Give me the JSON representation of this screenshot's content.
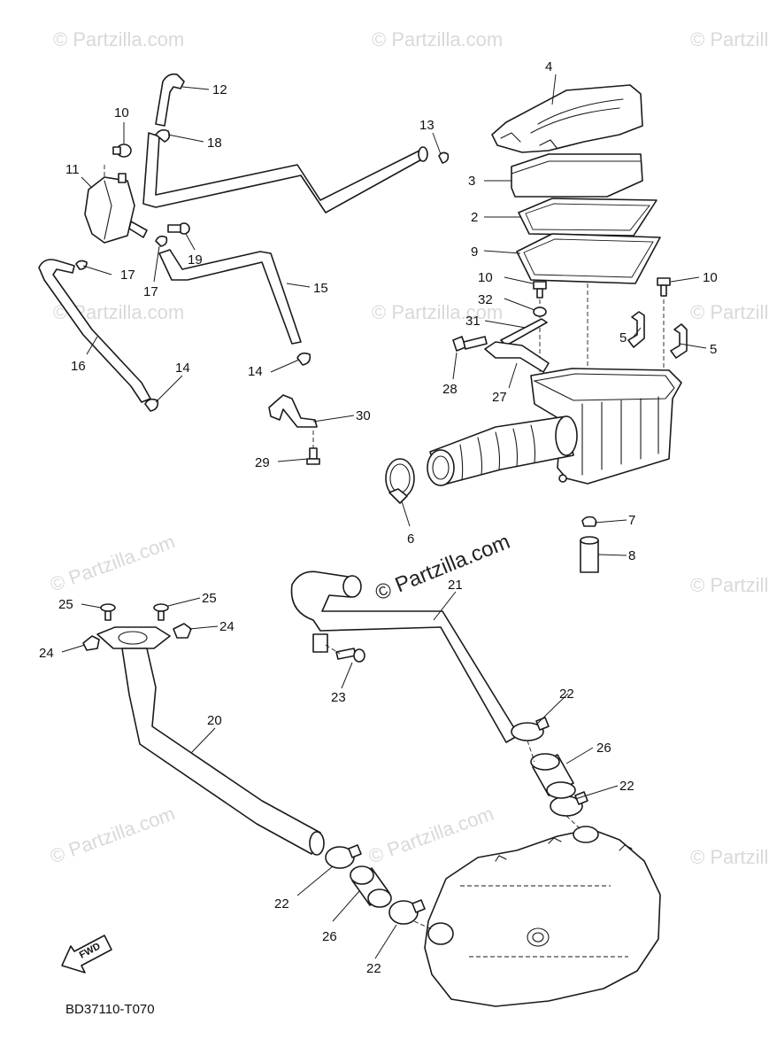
{
  "diagram_code": "BD37110-T070",
  "watermark_small": "© Partzilla.com",
  "watermark_main": "© Partzilla.com",
  "fwd_label": "FWD",
  "callouts": [
    {
      "id": "c4a",
      "label": "4"
    },
    {
      "id": "c3",
      "label": "3"
    },
    {
      "id": "c2",
      "label": "2"
    },
    {
      "id": "c9",
      "label": "9"
    },
    {
      "id": "c10a",
      "label": "10"
    },
    {
      "id": "c10b",
      "label": "10"
    },
    {
      "id": "c10c",
      "label": "10"
    },
    {
      "id": "c32",
      "label": "32"
    },
    {
      "id": "c31",
      "label": "31"
    },
    {
      "id": "c5a",
      "label": "5"
    },
    {
      "id": "c5b",
      "label": "5"
    },
    {
      "id": "c28",
      "label": "28"
    },
    {
      "id": "c27",
      "label": "27"
    },
    {
      "id": "c7",
      "label": "7"
    },
    {
      "id": "c8",
      "label": "8"
    },
    {
      "id": "c6",
      "label": "6"
    },
    {
      "id": "c12",
      "label": "12"
    },
    {
      "id": "c18",
      "label": "18"
    },
    {
      "id": "c13",
      "label": "13"
    },
    {
      "id": "c11",
      "label": "11"
    },
    {
      "id": "c19",
      "label": "19"
    },
    {
      "id": "c17a",
      "label": "17"
    },
    {
      "id": "c17b",
      "label": "17"
    },
    {
      "id": "c15",
      "label": "15"
    },
    {
      "id": "c16",
      "label": "16"
    },
    {
      "id": "c14a",
      "label": "14"
    },
    {
      "id": "c14b",
      "label": "14"
    },
    {
      "id": "c30",
      "label": "30"
    },
    {
      "id": "c29",
      "label": "29"
    },
    {
      "id": "c21",
      "label": "21"
    },
    {
      "id": "c25a",
      "label": "25"
    },
    {
      "id": "c25b",
      "label": "25"
    },
    {
      "id": "c24a",
      "label": "24"
    },
    {
      "id": "c24b",
      "label": "24"
    },
    {
      "id": "c23",
      "label": "23"
    },
    {
      "id": "c20",
      "label": "20"
    },
    {
      "id": "c22a",
      "label": "22"
    },
    {
      "id": "c22b",
      "label": "22"
    },
    {
      "id": "c22c",
      "label": "22"
    },
    {
      "id": "c22d",
      "label": "22"
    },
    {
      "id": "c26a",
      "label": "26"
    },
    {
      "id": "c26b",
      "label": "26"
    }
  ]
}
